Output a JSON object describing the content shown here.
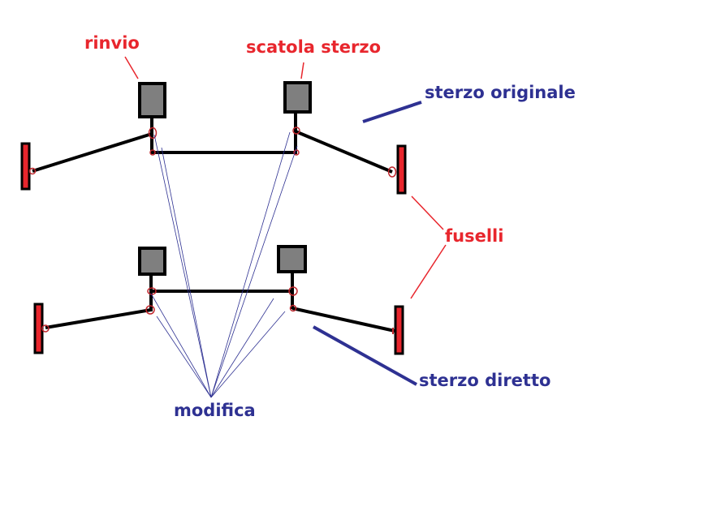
{
  "labels": {
    "rinvio": "rinvio",
    "scatola_sterzo": "scatola sterzo",
    "sterzo_originale": "sterzo originale",
    "fuselli": "fuselli",
    "sterzo_diretto": "sterzo diretto",
    "modifica": "modifica"
  },
  "colors": {
    "red_label": "#e8262d",
    "blue_label": "#2e3192",
    "box_fill": "#7f7f7f",
    "kingpin_fill": "#e8262d",
    "linkage": "#000000",
    "joint": "#c1272d"
  }
}
